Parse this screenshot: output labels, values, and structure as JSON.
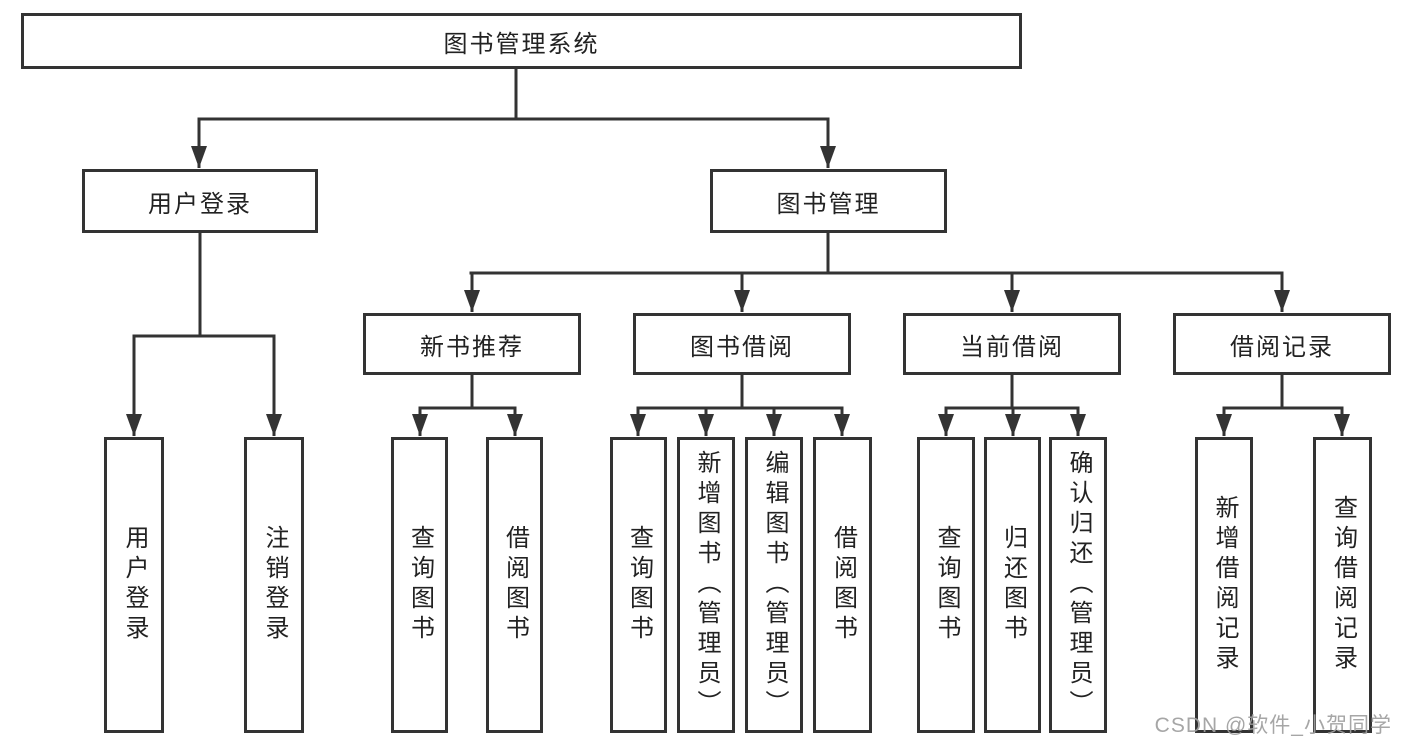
{
  "diagram": {
    "title": {
      "label": "图书管理系统"
    },
    "level1": [
      {
        "label": "用户登录"
      },
      {
        "label": "图书管理"
      }
    ],
    "level2": [
      {
        "label": "新书推荐"
      },
      {
        "label": "图书借阅"
      },
      {
        "label": "当前借阅"
      },
      {
        "label": "借阅记录"
      }
    ],
    "leaves": {
      "user_login": [
        "用户登录",
        "注销登录"
      ],
      "new_book_recommend": [
        "查询图书",
        "借阅图书"
      ],
      "book_borrow": [
        "查询图书",
        "新增图书（管理员）",
        "编辑图书（管理员）",
        "借阅图书"
      ],
      "current_borrow": [
        "查询图书",
        "归还图书",
        "确认归还（管理员）"
      ],
      "borrow_record": [
        "新增借阅记录",
        "查询借阅记录"
      ]
    },
    "watermark": "CSDN @软件_小贺同学",
    "colors": {
      "line": "#333333",
      "border": "#333333",
      "text": "#222222",
      "watermark": "#9e9e9e",
      "background": "#ffffff"
    }
  }
}
